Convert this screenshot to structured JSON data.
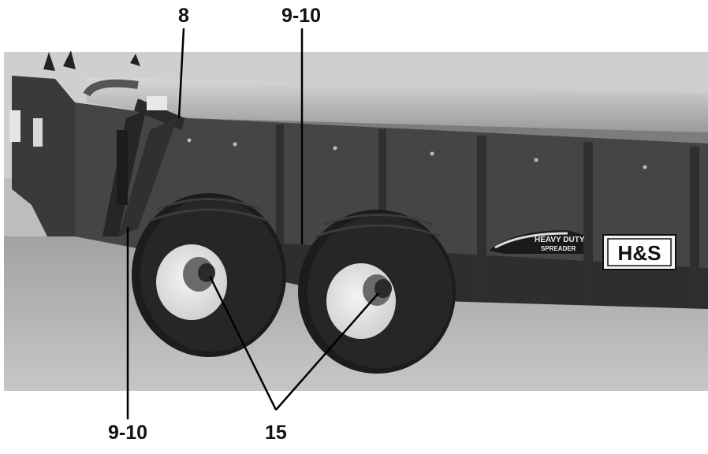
{
  "figure": {
    "description_free": true,
    "callouts": {
      "top_left": "8",
      "top_right": "9-10",
      "bottom_left": "9-10",
      "bottom_right": "15"
    },
    "decal": {
      "line1": "HEAVY DUTY",
      "line2": "SPREADER"
    },
    "logo": "H&S",
    "colors": {
      "photo_bg": "#8a8a8a",
      "body": "#3c3c3c",
      "body_dark": "#2a2a2a",
      "tire": "#1e1e1e",
      "rim": "#e6e6e6",
      "floor": "#b9b9b9"
    }
  }
}
